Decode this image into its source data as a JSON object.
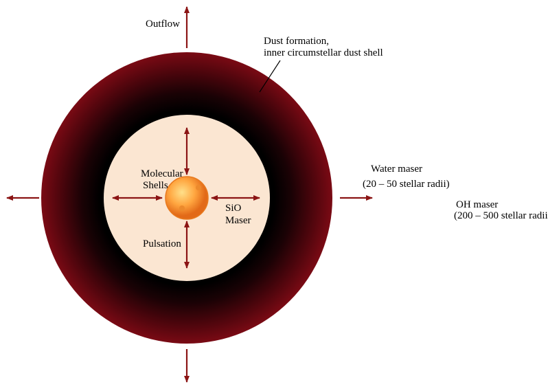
{
  "labels": {
    "outflow": "Outflow",
    "dust_line1": "Dust formation,",
    "dust_line2": "inner circumstellar dust shell",
    "molecular": "Molecular",
    "shells": "Shells",
    "sio": "SiO",
    "maser": "Maser",
    "pulsation": "Pulsation",
    "water_maser": "Water maser",
    "water_range": "(20 – 50 stellar radii)",
    "oh_maser": "OH maser",
    "oh_range": "(200 – 500 stellar radii"
  },
  "colors": {
    "arrow": "#8b1414",
    "dust_inner": "#000000",
    "dust_outer": "#7a0a14",
    "inner_region": "#fbe6d2",
    "star_core": "#ffd27a",
    "star_edge": "#e8731e"
  }
}
